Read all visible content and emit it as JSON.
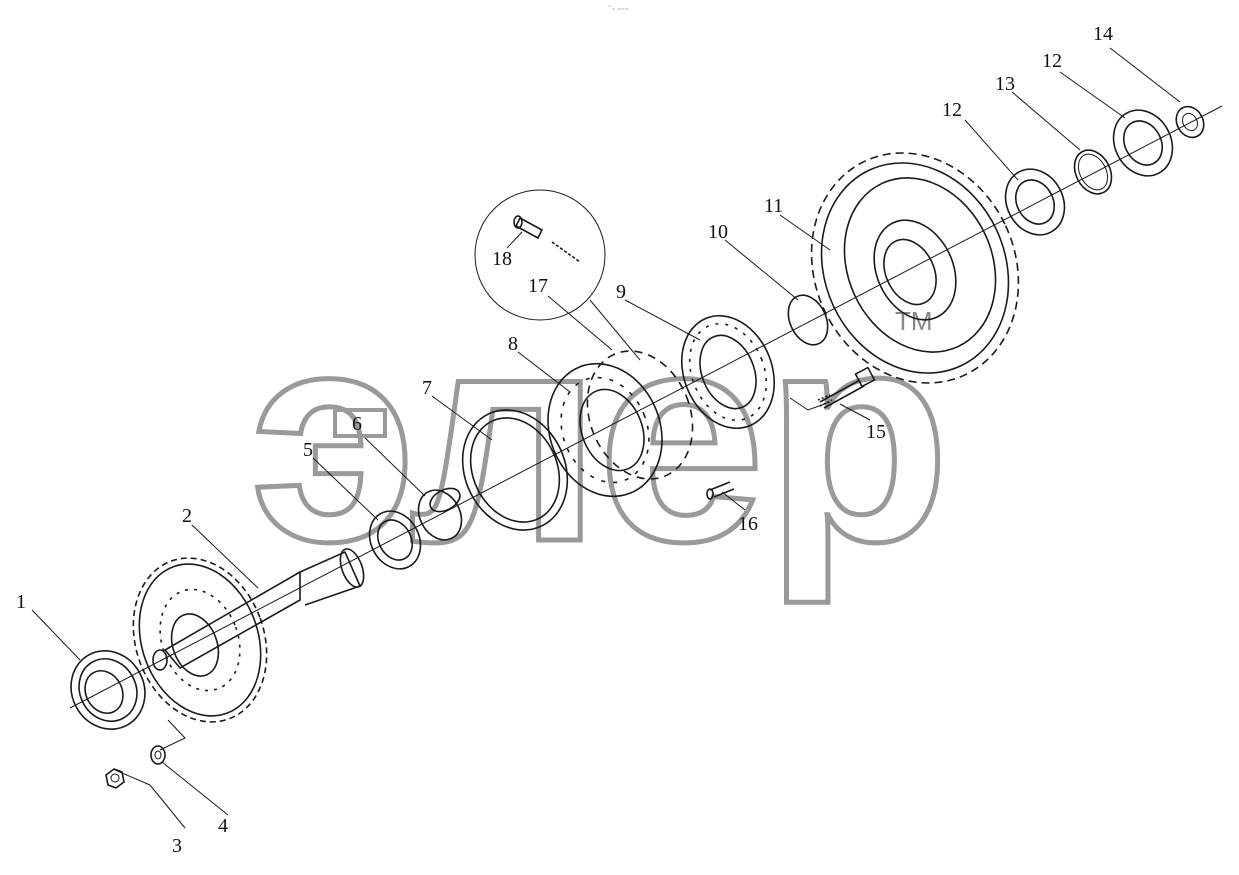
{
  "header": {
    "mark": "⁼₌ ₌₌₌"
  },
  "watermark": {
    "text": "элер",
    "tm": "TM"
  },
  "callouts": [
    {
      "id": "c1",
      "label": "1"
    },
    {
      "id": "c2",
      "label": "2"
    },
    {
      "id": "c3",
      "label": "3"
    },
    {
      "id": "c4",
      "label": "4"
    },
    {
      "id": "c5",
      "label": "5"
    },
    {
      "id": "c6",
      "label": "6"
    },
    {
      "id": "c7",
      "label": "7"
    },
    {
      "id": "c8",
      "label": "8"
    },
    {
      "id": "c9",
      "label": "9"
    },
    {
      "id": "c10",
      "label": "10"
    },
    {
      "id": "c11",
      "label": "11"
    },
    {
      "id": "c12a",
      "label": "12"
    },
    {
      "id": "c12b",
      "label": "12"
    },
    {
      "id": "c13",
      "label": "13"
    },
    {
      "id": "c14",
      "label": "14"
    },
    {
      "id": "c15",
      "label": "15"
    },
    {
      "id": "c16",
      "label": "16"
    },
    {
      "id": "c17",
      "label": "17"
    },
    {
      "id": "c18",
      "label": "18"
    }
  ]
}
